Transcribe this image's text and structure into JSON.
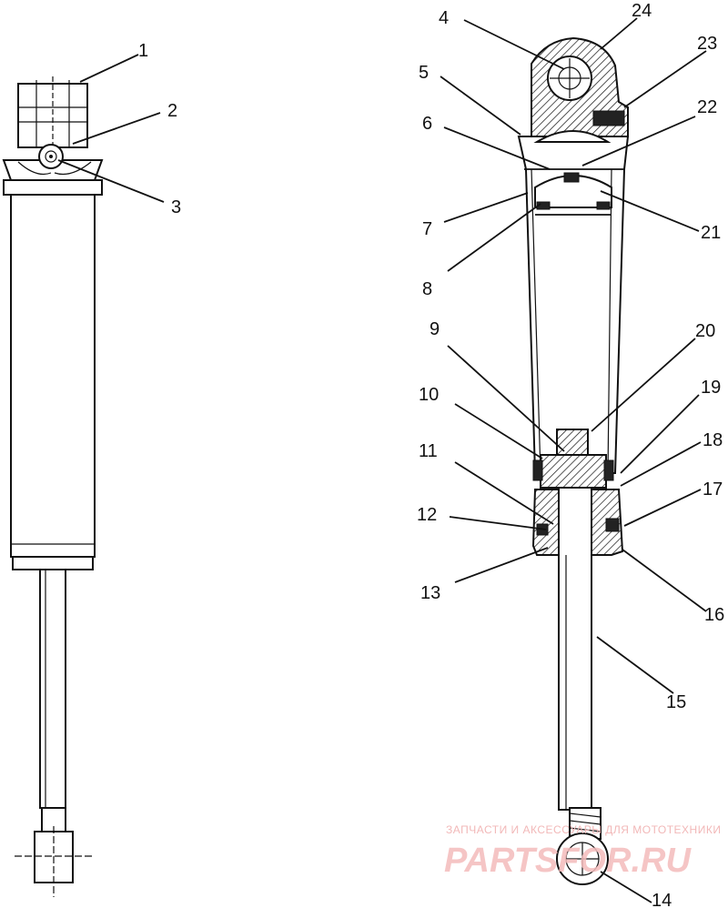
{
  "callouts": [
    "1",
    "2",
    "3",
    "4",
    "5",
    "6",
    "7",
    "8",
    "9",
    "10",
    "11",
    "12",
    "13",
    "14",
    "15",
    "16",
    "17",
    "18",
    "19",
    "20",
    "21",
    "22",
    "23",
    "24"
  ],
  "watermark": {
    "line1": "ЗАПЧАСТИ И АКСЕССУАРЫ ДЛЯ МОТОТЕХНИКИ",
    "line2": "PARTSFOR.RU"
  }
}
